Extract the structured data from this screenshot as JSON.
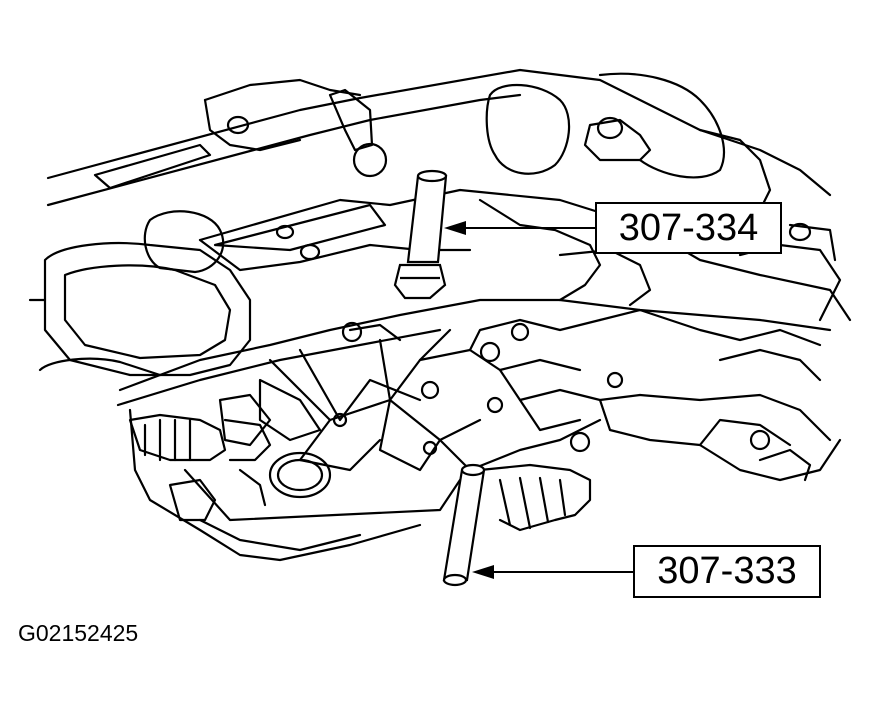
{
  "figure": {
    "id": "G02152425",
    "callouts": [
      {
        "label": "307-334"
      },
      {
        "label": "307-333"
      }
    ]
  }
}
